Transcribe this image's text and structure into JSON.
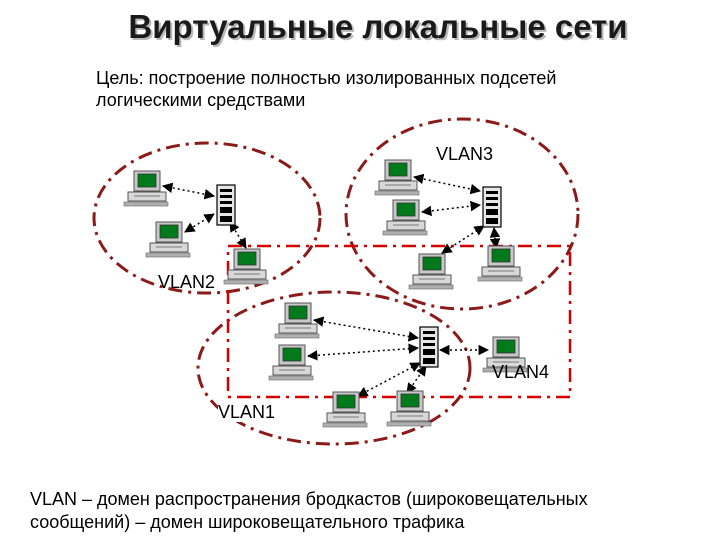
{
  "title": "Виртуальные локальные сети",
  "goal": {
    "line1": "Цель: построение полностью изолированных подсетей",
    "line2": "логическими средствами"
  },
  "vlans": {
    "vlan1": "VLAN1",
    "vlan2": "VLAN2",
    "vlan3": "VLAN3",
    "vlan4": "VLAN4"
  },
  "footer": {
    "line1": "VLAN – домен распространения бродкастов (широковещательных",
    "line2": "сообщений) – домен широковещательного трафика"
  },
  "colors": {
    "ellipse": "#8b1a1a",
    "vlan4_rect": "#d40000",
    "screen": "#007a1a",
    "computer_body": "#c8c8c8"
  },
  "icons": {
    "workstation": "desktop-computer-icon",
    "switch": "server-tower-icon"
  }
}
